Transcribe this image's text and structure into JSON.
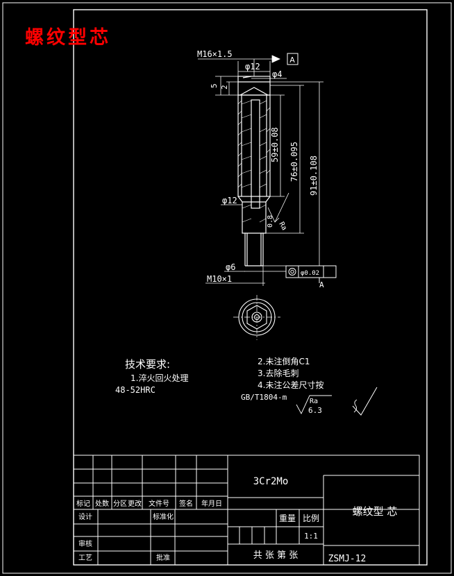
{
  "page_label": "螺纹型芯",
  "dimensions": {
    "thread_top": "M16×1.5",
    "datum_flag": "A",
    "dia_12_top": "φ12",
    "dia_4": "φ4",
    "dim_5": "5",
    "dim_2": "2",
    "len_59": "59±0.08",
    "len_76": "76±0.095",
    "len_91": "91±0.108",
    "dia_12_mid": "φ12",
    "rough_value": "0.8",
    "rough_label": "Ra",
    "dia_6": "φ6",
    "thread_bottom": "M10×1",
    "tolerance_value": "φ0.02",
    "tolerance_datum": "A"
  },
  "requirements": {
    "title": "技术要求:",
    "item1": "1.淬火回火处理",
    "item1b": "48-52HRC",
    "item2": "2.未注倒角C1",
    "item3": "3.去除毛刺",
    "item4": "4.未注公差尺寸按",
    "item4b": "GB/T1804-m",
    "ra_label": "Ra",
    "ra_value": "6.3"
  },
  "title_block": {
    "material": "3Cr2Mo",
    "part_name": "螺纹型  芯",
    "drawing_no": "ZSMJ-12",
    "weight_label": "重量",
    "scale_label": "比例",
    "scale_value": "1:1",
    "sheets": "共  张  第  张",
    "h_mark": "标记",
    "h_count": "处数",
    "h_zone": "分区",
    "h_change": "更改",
    "h_docno": "文件号",
    "h_sign": "签名",
    "h_date": "年月日",
    "r_design": "设计",
    "r_standard": "标准化",
    "r_review": "审核",
    "r_process": "工艺",
    "r_approve": "批准"
  },
  "colors": {
    "background": "#000000",
    "lines": "#ffffff",
    "label": "#ff0000"
  }
}
